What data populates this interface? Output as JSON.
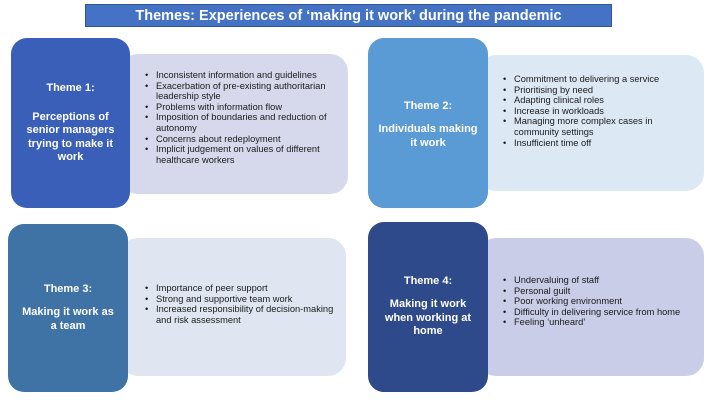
{
  "title": "Themes: Experiences of ‘making it work’ during the pandemic",
  "themes": [
    {
      "number": "Theme 1:",
      "title": "Perceptions of senior managers trying to make it work",
      "color": "#3a5fb8",
      "detail_color": "#d6d9ec",
      "items": [
        "Inconsistent information and guidelines",
        "Exacerbation of pre-existing authoritarian leadership style",
        "Problems with information flow",
        "Imposition of boundaries and reduction of autonomy",
        "Concerns about redeployment",
        "Implicit judgement on values of different healthcare workers"
      ]
    },
    {
      "number": "Theme 2:",
      "title": "Individuals making it work",
      "color": "#5b9bd5",
      "detail_color": "#dde8f5",
      "items": [
        "Commitment to delivering a service",
        "Prioritising by need",
        "Adapting clinical roles",
        "Increase in workloads",
        "Managing more complex cases in community settings",
        "Insufficient time off"
      ]
    },
    {
      "number": "Theme 3:",
      "title": "Making it work as a team",
      "color": "#3f73a6",
      "detail_color": "#dfe6f1",
      "items": [
        "Importance of peer support",
        "Strong and supportive team work",
        "Increased responsibility of decision-making and risk assessment"
      ]
    },
    {
      "number": "Theme 4:",
      "title": "Making it work when working at home",
      "color": "#2e4a8b",
      "detail_color": "#c9cde8",
      "items": [
        "Undervaluing of staff",
        "Personal guilt",
        "Poor working environment",
        "Difficulty in delivering service from home",
        "Feeling ‘unheard’"
      ]
    }
  ]
}
